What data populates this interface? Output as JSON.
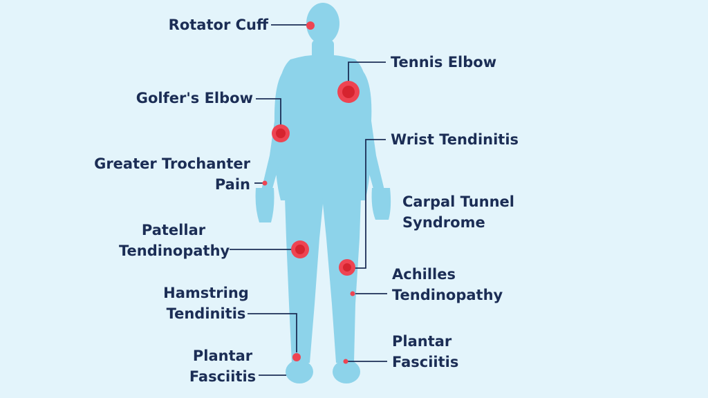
{
  "colors": {
    "background": "#e3f4fb",
    "body": "#8dd3ea",
    "marker_outer": "#ee4452",
    "marker_inner": "#d6242f",
    "leader_line": "#1b2d55",
    "text": "#1b2d55"
  },
  "labels": {
    "rotator_cuff": "Rotator Cuff",
    "tennis_elbow": "Tennis Elbow",
    "golfers_elbow": "Golfer's Elbow",
    "wrist_tendinitis": "Wrist Tendinitis",
    "greater_trochanter": "Greater Trochanter\nPain",
    "carpal_tunnel": "Carpal Tunnel\nSyndrome",
    "patellar": "Patellar\nTendinopathy",
    "achilles": "Achilles\nTendinopathy",
    "hamstring": "Hamstring\nTendinitis",
    "plantar_left": "Plantar\nFasciitis",
    "plantar_right": "Plantar\nFasciitis"
  }
}
